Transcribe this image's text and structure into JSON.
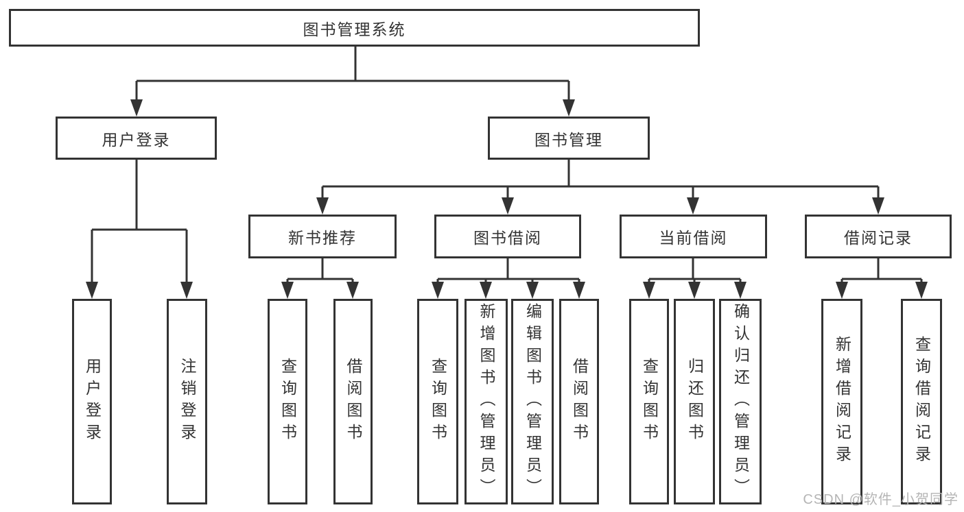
{
  "tree": {
    "label": "图书管理系统",
    "children": [
      {
        "label": "用户登录",
        "children": [
          {
            "label": "用户登录"
          },
          {
            "label": "注销登录"
          }
        ]
      },
      {
        "label": "图书管理",
        "children": [
          {
            "label": "新书推荐",
            "children": [
              {
                "label": "查询图书"
              },
              {
                "label": "借阅图书"
              }
            ]
          },
          {
            "label": "图书借阅",
            "children": [
              {
                "label": "查询图书"
              },
              {
                "label": "新增图书（管理员）"
              },
              {
                "label": "编辑图书（管理员）"
              },
              {
                "label": "借阅图书"
              }
            ]
          },
          {
            "label": "当前借阅",
            "children": [
              {
                "label": "查询图书"
              },
              {
                "label": "归还图书"
              },
              {
                "label": "确认归还（管理员）"
              }
            ]
          },
          {
            "label": "借阅记录",
            "children": [
              {
                "label": "新增借阅记录"
              },
              {
                "label": "查询借阅记录"
              }
            ]
          }
        ]
      }
    ]
  },
  "watermark": {
    "text": "CSDN @软件_小贺同学",
    "color": "#b5b5b5"
  },
  "colors": {
    "border": "#333333",
    "connector": "#333333",
    "text": "#333333",
    "background": "#ffffff"
  }
}
